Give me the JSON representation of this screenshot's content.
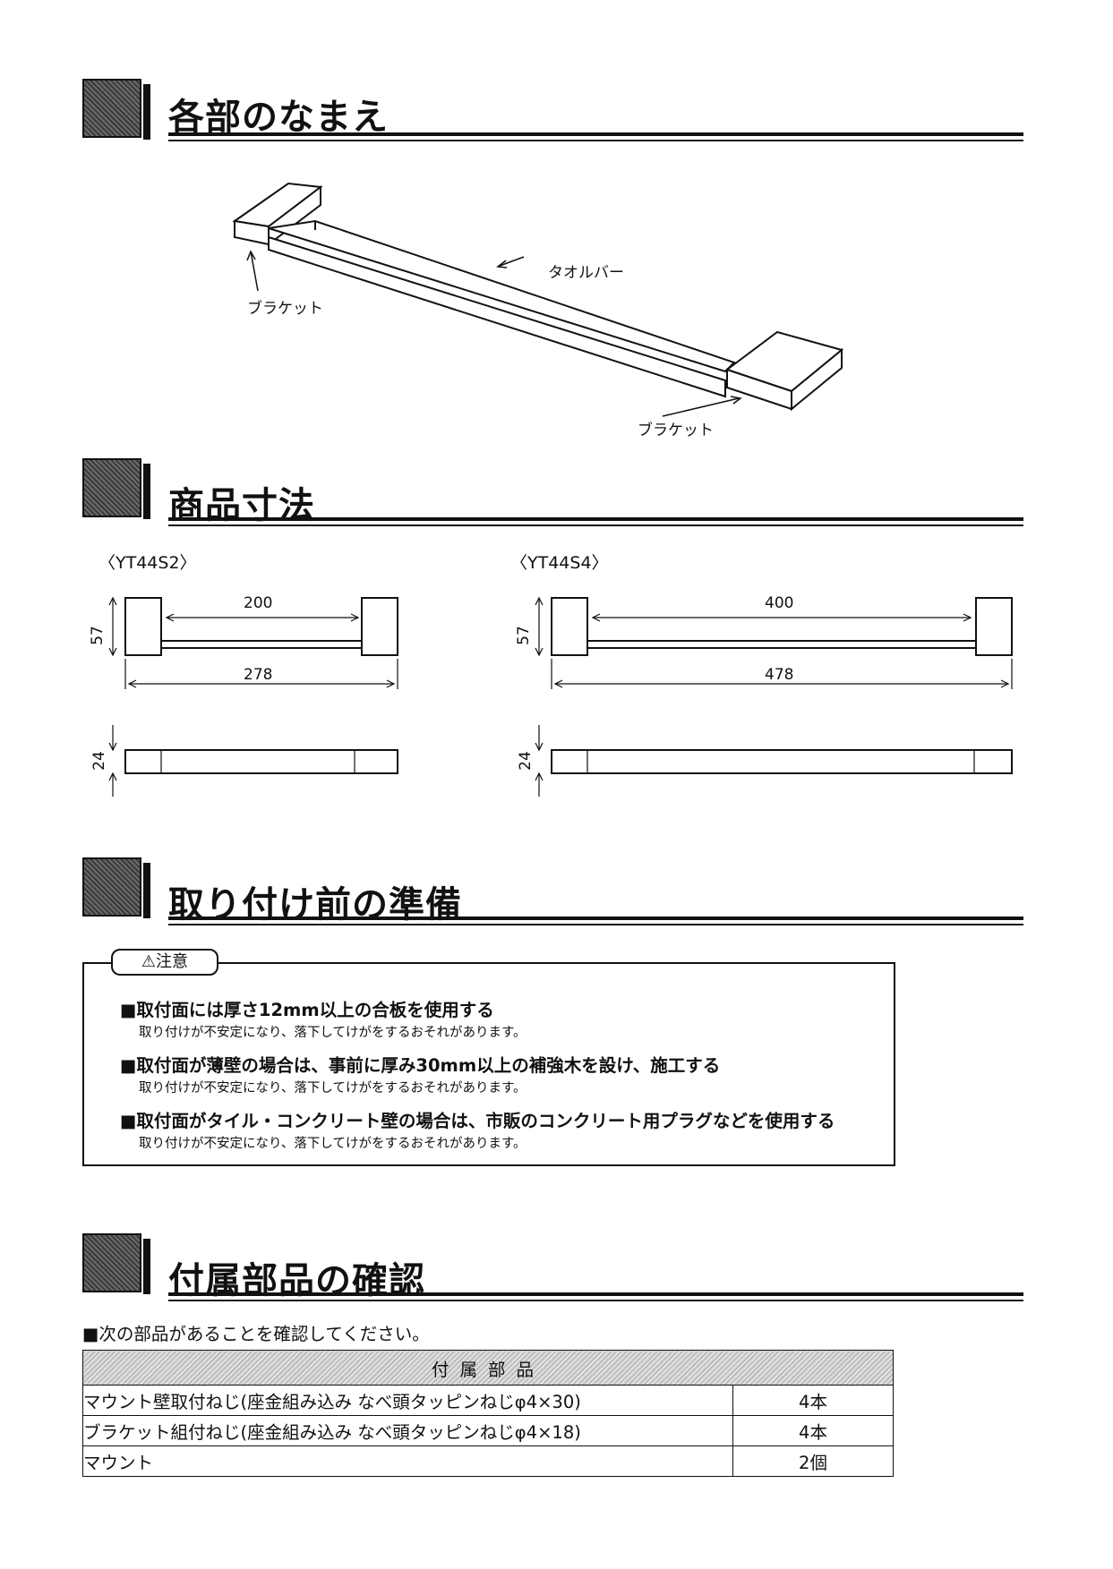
{
  "sections": {
    "names": {
      "title": "各部のなまえ"
    },
    "dimensions": {
      "title": "商品寸法"
    },
    "preparation": {
      "title": "取り付け前の準備"
    },
    "accessories": {
      "title": "付属部品の確認"
    }
  },
  "parts_diagram": {
    "label_bracket_left": "ブラケット",
    "label_towel_bar": "タオルバー",
    "label_bracket_right": "ブラケット"
  },
  "dimension_drawings": [
    {
      "model": "〈YT44S2〉",
      "inner_width": "200",
      "overall_width": "278",
      "height": "57",
      "depth": "24"
    },
    {
      "model": "〈YT44S4〉",
      "inner_width": "400",
      "overall_width": "478",
      "height": "57",
      "depth": "24"
    }
  ],
  "caution": {
    "tag": "⚠注意",
    "items": [
      {
        "head": "■取付面には厚さ12mm以上の合板を使用する",
        "sub": "取り付けが不安定になり、落下してけがをするおそれがあります。"
      },
      {
        "head": "■取付面が薄壁の場合は、事前に厚み30mm以上の補強木を設け、施工する",
        "sub": "取り付けが不安定になり、落下してけがをするおそれがあります。"
      },
      {
        "head": "■取付面がタイル・コンクリート壁の場合は、市販のコンクリート用プラグなどを使用する",
        "sub": "取り付けが不安定になり、落下してけがをするおそれがあります。"
      }
    ]
  },
  "accessories": {
    "intro": "■次の部品があることを確認してください。",
    "table_header": "付属部品",
    "rows": [
      {
        "name": "マウント壁取付ねじ(座金組み込み なべ頭タッピンねじφ4×30)",
        "qty": "4本"
      },
      {
        "name": "ブラケット組付ねじ(座金組み込み なべ頭タッピンねじφ4×18)",
        "qty": "4本"
      },
      {
        "name": "マウント",
        "qty": "2個"
      }
    ]
  }
}
